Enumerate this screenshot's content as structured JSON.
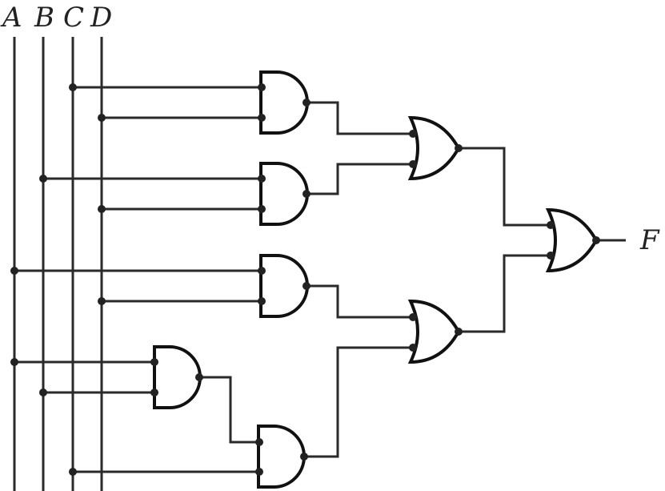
{
  "diagram": {
    "inputs": [
      {
        "id": "A",
        "label": "A"
      },
      {
        "id": "B",
        "label": "B"
      },
      {
        "id": "C",
        "label": "C"
      },
      {
        "id": "D",
        "label": "D"
      }
    ],
    "output": {
      "id": "F",
      "label": "F"
    },
    "gates": [
      {
        "id": "and1",
        "type": "AND",
        "inputs": [
          "C",
          "D"
        ]
      },
      {
        "id": "and2",
        "type": "AND",
        "inputs": [
          "B",
          "D"
        ]
      },
      {
        "id": "and3",
        "type": "AND",
        "inputs": [
          "A",
          "D"
        ]
      },
      {
        "id": "and4",
        "type": "AND",
        "inputs": [
          "A",
          "B"
        ]
      },
      {
        "id": "and5",
        "type": "AND",
        "inputs": [
          "and4",
          "C"
        ]
      },
      {
        "id": "or1",
        "type": "OR",
        "inputs": [
          "and1",
          "and2"
        ]
      },
      {
        "id": "or2",
        "type": "OR",
        "inputs": [
          "and3",
          "and5"
        ]
      },
      {
        "id": "or3",
        "type": "OR",
        "inputs": [
          "or1",
          "or2"
        ]
      }
    ],
    "colors": {
      "line": "#222222",
      "background": "#ffffff"
    }
  }
}
